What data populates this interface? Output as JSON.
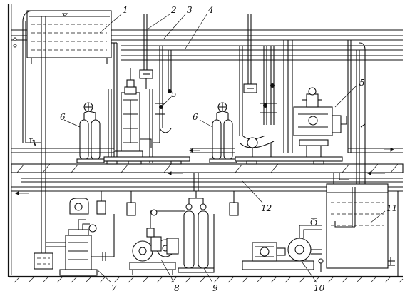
{
  "labels": {
    "l1": "1",
    "l2": "2",
    "l3": "3",
    "l4": "4",
    "l5a": "5",
    "l5b": "5",
    "l6a": "6",
    "l6b": "6",
    "l7": "7",
    "l8": "8",
    "l9": "9",
    "l10": "10",
    "l11": "11",
    "l12": "12"
  }
}
